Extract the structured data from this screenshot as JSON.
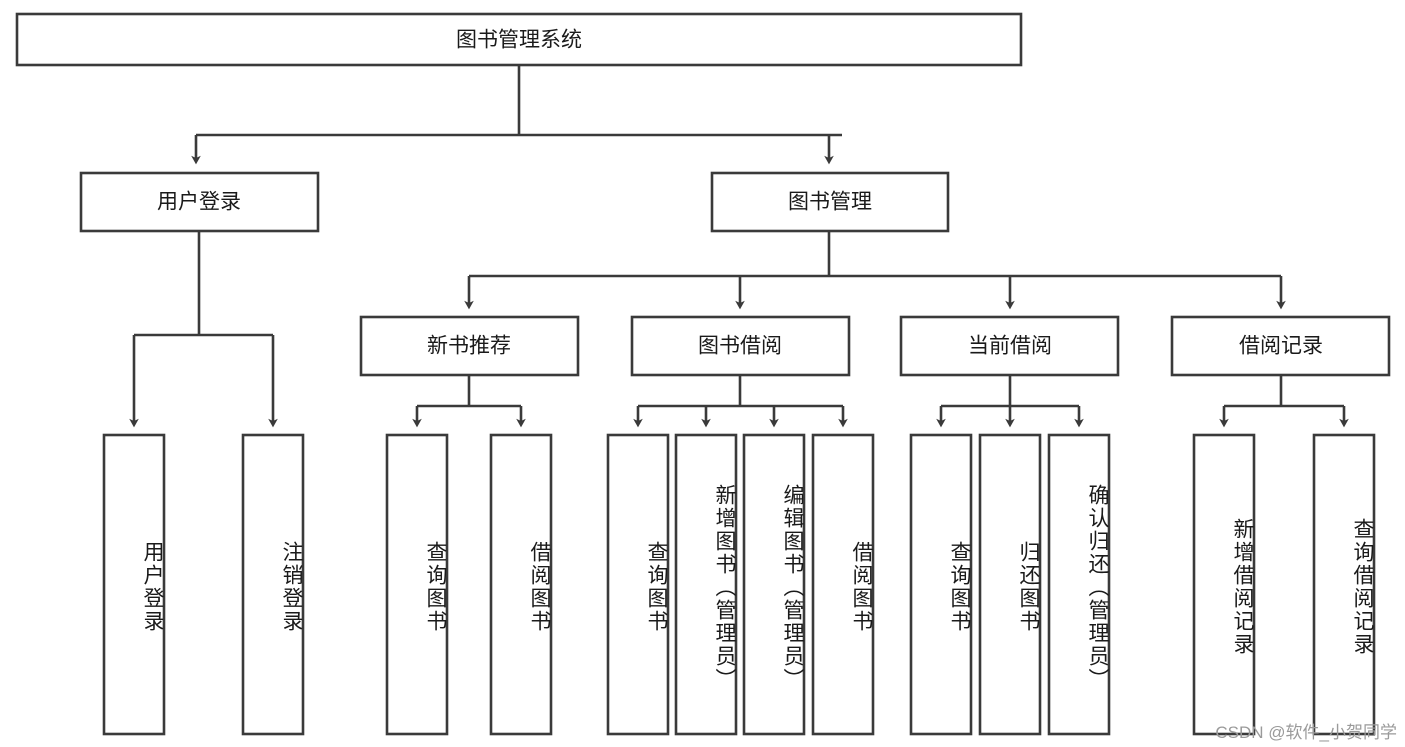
{
  "diagram": {
    "type": "tree",
    "title": "图书管理系统",
    "orientation": "top-down",
    "colors": {
      "background": "#ffffff",
      "box_fill": "#ffffff",
      "box_stroke": "#3a3a3a",
      "text": "#1a1a1a",
      "watermark": "#9a9a9a"
    },
    "root": {
      "label": "图书管理系统"
    },
    "level2": [
      {
        "label": "用户登录"
      },
      {
        "label": "图书管理"
      }
    ],
    "level3": [
      {
        "label": "新书推荐"
      },
      {
        "label": "图书借阅"
      },
      {
        "label": "当前借阅"
      },
      {
        "label": "借阅记录"
      }
    ],
    "leaves": {
      "user_login": [
        {
          "label": "用户登录"
        },
        {
          "label": "注销登录"
        }
      ],
      "new_book_recommend": [
        {
          "label": "查询图书"
        },
        {
          "label": "借阅图书"
        }
      ],
      "book_borrow": [
        {
          "label": "查询图书"
        },
        {
          "label": "新增图书（管理员）"
        },
        {
          "label": "编辑图书（管理员）"
        },
        {
          "label": "借阅图书"
        }
      ],
      "current_borrow": [
        {
          "label": "查询图书"
        },
        {
          "label": "归还图书"
        },
        {
          "label": "确认归还（管理员）"
        }
      ],
      "borrow_record": [
        {
          "label": "新增借阅记录"
        },
        {
          "label": "查询借阅记录"
        }
      ]
    }
  },
  "watermark": {
    "text": "CSDN @软件_小贺同学"
  }
}
